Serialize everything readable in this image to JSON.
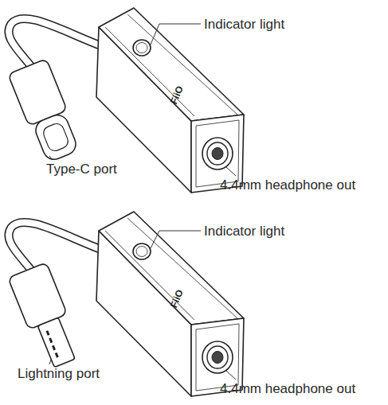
{
  "diagram": {
    "labels": [
      "Indicator light",
      "FiiO",
      "Type-C port",
      "4.4mm headphone out",
      "Indicator light",
      "FiiO",
      "Lightning port",
      "4.4mm headphone out"
    ]
  }
}
